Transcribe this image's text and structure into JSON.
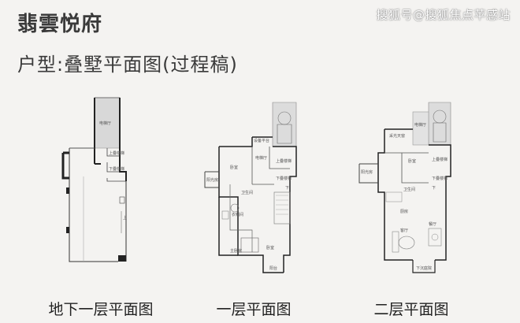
{
  "header": {
    "title": "翡雲悦府",
    "subtitle": "户型:叠墅平面图(过程稿)"
  },
  "watermark": "搜狐号@搜狐焦点苹感站",
  "plans": [
    {
      "caption": "地下一层平面图",
      "room_labels": [
        "电梯厅",
        "上叠楼梯",
        "下叠楼梯",
        "上"
      ]
    },
    {
      "caption": "一层平面图",
      "room_labels": [
        "设备平台",
        "卧室",
        "电梯厅",
        "阳光房",
        "上叠楼梯",
        "下叠楼梯",
        "卫生间",
        "衣帽间",
        "主卧室",
        "卧室",
        "阳台",
        "下"
      ]
    },
    {
      "caption": "二层平面图",
      "room_labels": [
        "采光天窗",
        "卧室",
        "电梯厅",
        "阳光房",
        "上叠楼梯",
        "下叠楼梯",
        "卫生间",
        "厨房",
        "客厅",
        "餐厅",
        "下沉庭院",
        "下"
      ]
    }
  ]
}
